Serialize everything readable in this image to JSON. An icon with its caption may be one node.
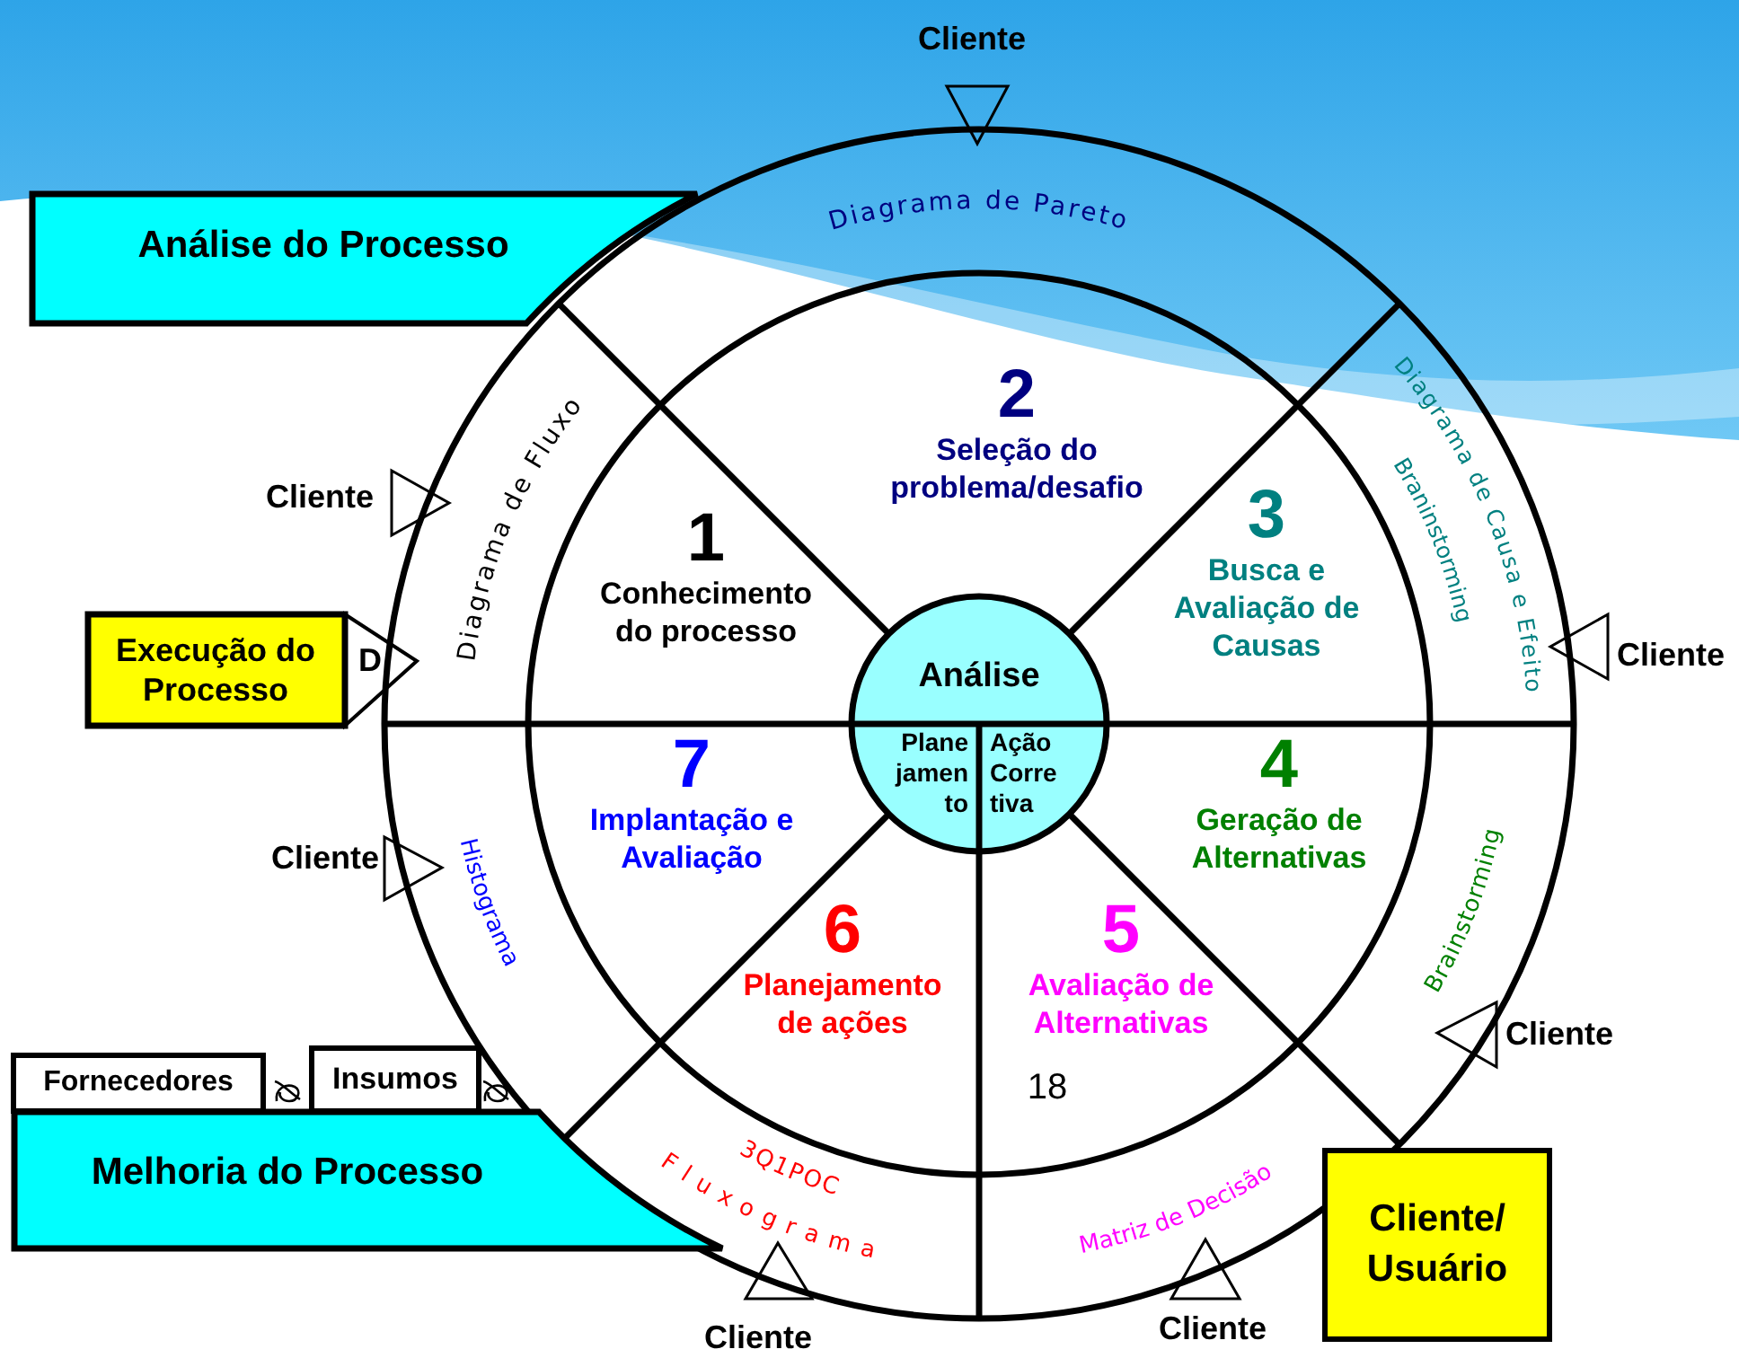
{
  "diagram": {
    "nodes": [
      {
        "text": [
          "Análise do Processo"
        ]
      },
      {
        "text": [
          "Execução do Processo",
          "D"
        ]
      },
      {
        "text": [
          "Fornecedores"
        ]
      },
      {
        "text": [
          "Insumos"
        ]
      },
      {
        "text": [
          "Melhoria do Processo"
        ]
      },
      {
        "text": [
          "Cliente/ Usuário"
        ]
      },
      {
        "text": [
          "1",
          "Conhecimento do processo"
        ]
      },
      {
        "text": [
          "2",
          "Seleção do problema/desafio"
        ]
      },
      {
        "text": [
          "3",
          "Busca e Avaliação de Causas"
        ]
      },
      {
        "text": [
          "4",
          "Geração de Alternativas"
        ]
      },
      {
        "text": [
          "5",
          "Avaliação de Alternativas"
        ]
      },
      {
        "text": [
          "6",
          "Planejamento de ações"
        ]
      },
      {
        "text": [
          "7",
          "Implantação e Avaliação"
        ]
      },
      {
        "text": [
          "Análise"
        ]
      },
      {
        "text": [
          "Plane jamen to"
        ],
        "in": 13
      },
      {
        "text": [
          "Ação Corre tiva"
        ],
        "in": 13
      },
      {
        "text": [
          "Diagrama de Fluxo"
        ]
      },
      {
        "text": [
          "Diagrama de Pareto"
        ]
      },
      {
        "text": [
          "Diagrama de Causa e Efeito",
          "Braninstorming"
        ]
      },
      {
        "text": [
          "Brainstorming"
        ]
      },
      {
        "text": [
          "Matriz de Decisão"
        ]
      },
      {
        "text": [
          "3Q1POC",
          "Fluxograma"
        ]
      },
      {
        "text": [
          "Histograma"
        ]
      }
    ],
    "labels": [
      "Cliente",
      "Cliente",
      "Cliente",
      "Cliente",
      "Cliente",
      "18",
      "Cliente",
      "Cliente"
    ]
  }
}
